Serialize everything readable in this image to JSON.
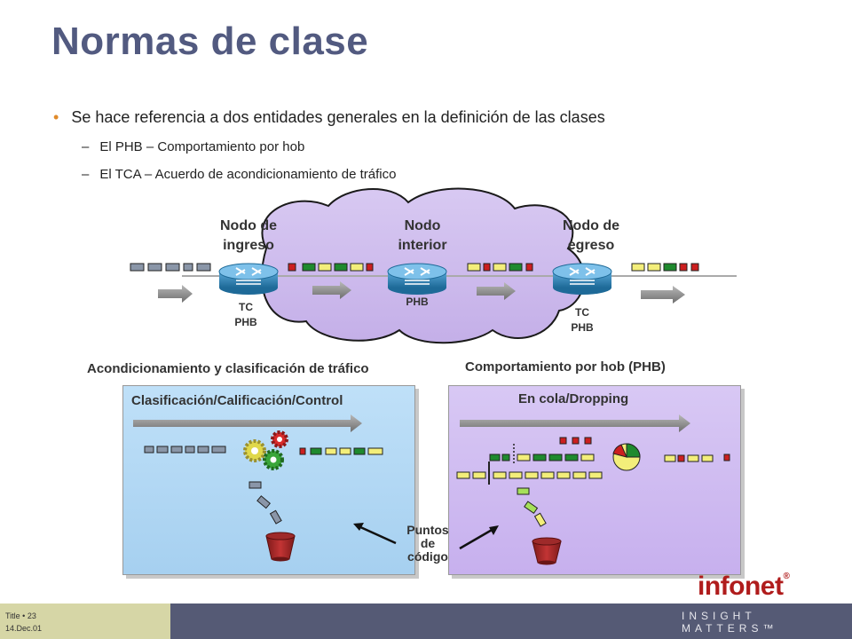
{
  "slide": {
    "title": "Normas de clase",
    "bullet": "Se hace referencia a dos entidades generales en la definición de las clases",
    "sub_items": [
      {
        "dash": "–",
        "text": "El PHB – Comportamiento por hob"
      },
      {
        "dash": "–",
        "text": "El TCA – Acuerdo de acondicionamiento de tráfico"
      }
    ]
  },
  "diagram": {
    "nodes": [
      {
        "label_line1": "Nodo de",
        "label_line2": "ingreso",
        "under_line1": "TC",
        "under_line2": "PHB"
      },
      {
        "label_line1": "Nodo",
        "label_line2": "interior",
        "under_line1": "",
        "under_line2": "PHB"
      },
      {
        "label_line1": "Nodo de",
        "label_line2": "egreso",
        "under_line1": "TC",
        "under_line2": "PHB"
      }
    ],
    "left_panel_heading": "Acondicionamiento y clasificación de tráfico",
    "right_panel_heading": "Comportamiento por hob (PHB)",
    "left_panel_label": "Clasificación/Calificación/Control",
    "right_panel_label": "En cola/Dropping",
    "center_label_line1": "Puntos",
    "center_label_line2": "de",
    "center_label_line3": "código"
  },
  "colors": {
    "title": "#525a80",
    "packet_gray": "#8a96a8",
    "packet_red": "#cc1f1f",
    "packet_green": "#1f8a2e",
    "packet_yellow": "#f3ee7a",
    "cloud": "#c9b6ea",
    "router": "#2f86b8",
    "accent": "#e08a2a"
  },
  "footer": {
    "line1": "Title • 23",
    "line2": "14.Dec.01",
    "logo": "infonet",
    "logo_mark": "®",
    "tagline": "INSIGHT MATTERS™"
  }
}
